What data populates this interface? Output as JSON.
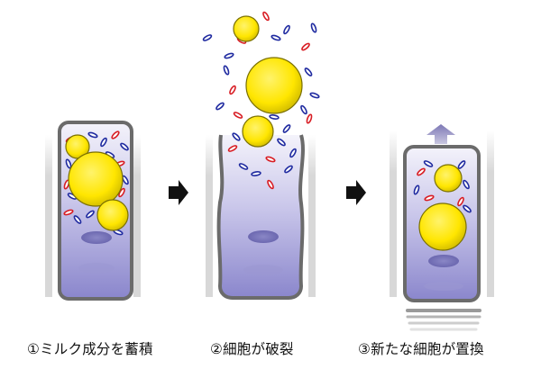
{
  "captions": {
    "step1": "①ミルク成分を蓄積",
    "step2": "②細胞が破裂",
    "step3": "③新たな細胞が置換"
  },
  "colors": {
    "cell_fill_top": "#ffffff",
    "cell_fill_bottom": "#8a86cc",
    "cell_outline": "#6b6b6b",
    "fat_globule": "#ffe600",
    "fat_globule_edge": "#7a7000",
    "protein_blue": "#1f2aa0",
    "protein_red": "#d81d24",
    "arrow": "#111111",
    "growth_arrow": "#8e8ab8"
  },
  "icons": {
    "step_arrow": "right-arrow-icon",
    "growth_arrow": "up-arrow-icon"
  }
}
